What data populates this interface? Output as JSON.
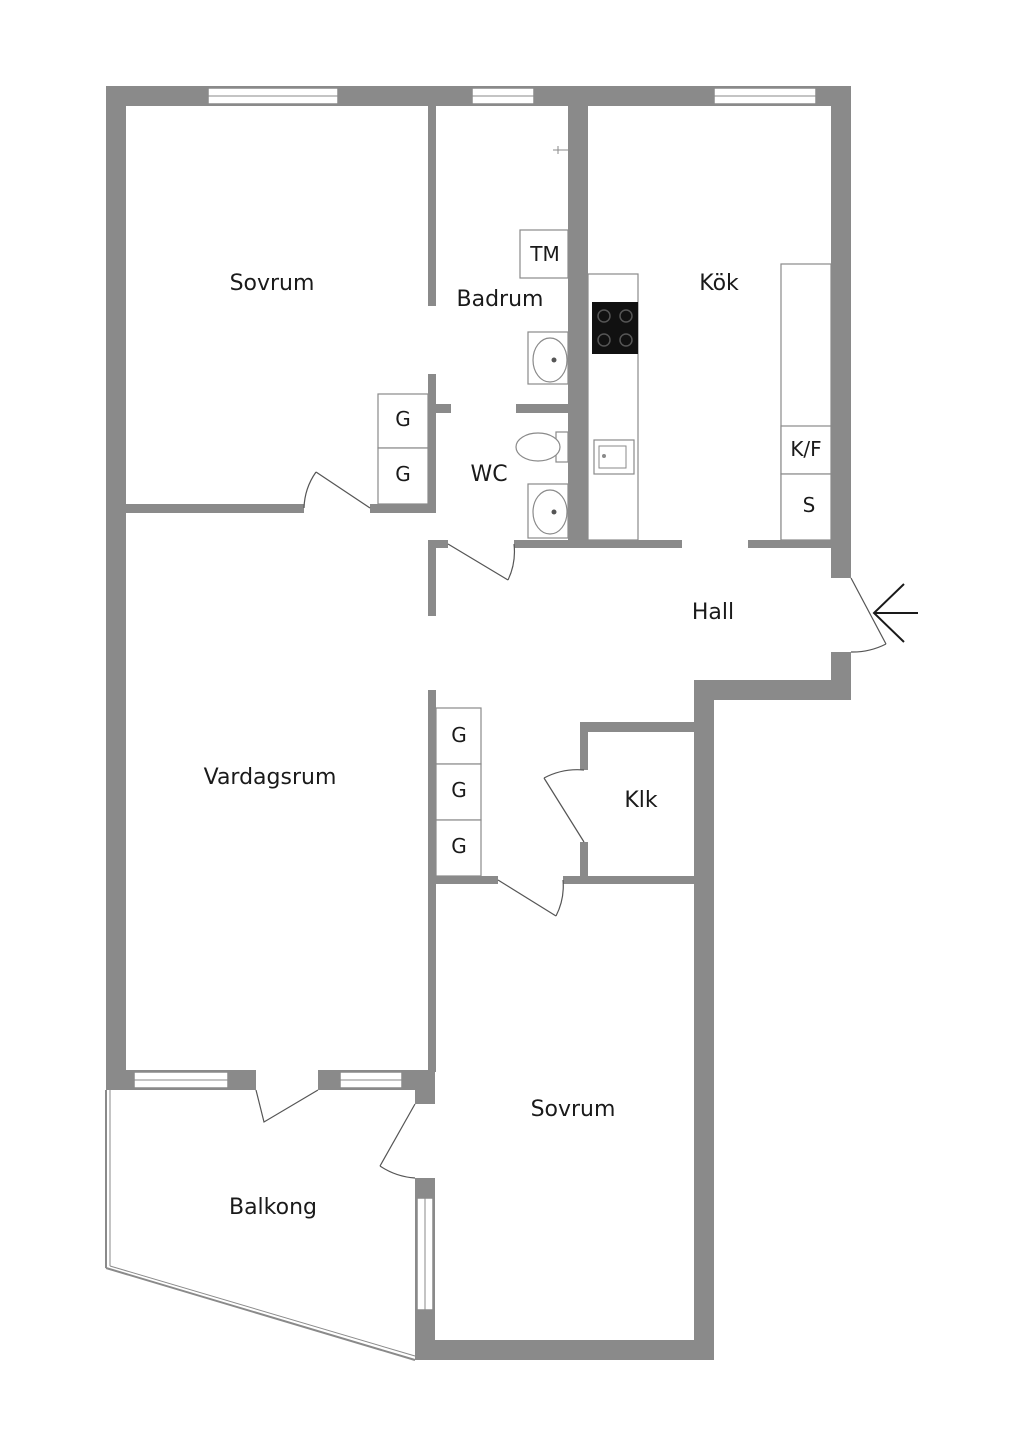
{
  "rooms": {
    "sovrum_top": "Sovrum",
    "badrum": "Badrum",
    "kok": "Kök",
    "wc": "WC",
    "hall": "Hall",
    "vardagsrum": "Vardagsrum",
    "klk": "Klk",
    "sovrum_bottom": "Sovrum",
    "balkong": "Balkong"
  },
  "fixtures": {
    "tm": "TM",
    "kf": "K/F",
    "s": "S",
    "g": "G"
  },
  "colors": {
    "wall": "#8a8a8a",
    "background": "#ffffff",
    "text": "#1a1a1a"
  },
  "icons": [
    "entrance-arrow-icon",
    "stove-icon",
    "sink-icon",
    "toilet-icon",
    "washbasin-icon"
  ]
}
